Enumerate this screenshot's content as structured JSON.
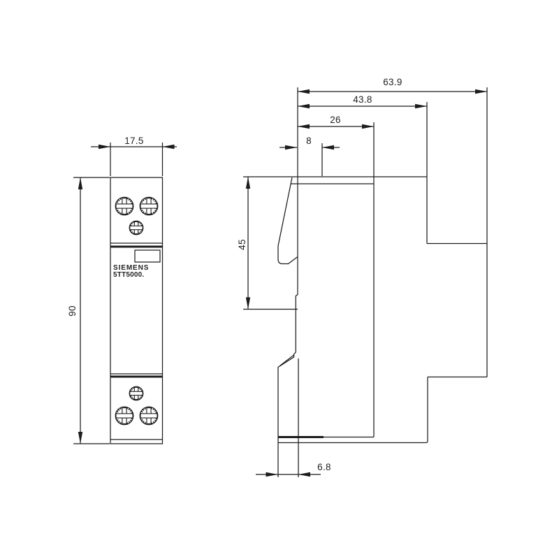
{
  "front_view": {
    "brand": "SIEMENS",
    "model": "5TT5000.",
    "dim_width": "17.5",
    "dim_height": "90"
  },
  "side_view": {
    "dim_depth_total": "63.9",
    "dim_depth_housing": "43.8",
    "dim_depth_front": "26",
    "dim_top_offset": "8",
    "dim_rail_height": "45",
    "dim_bottom_offset": "6.8"
  },
  "colors": {
    "line": "#1c1c1c",
    "background": "#ffffff"
  }
}
